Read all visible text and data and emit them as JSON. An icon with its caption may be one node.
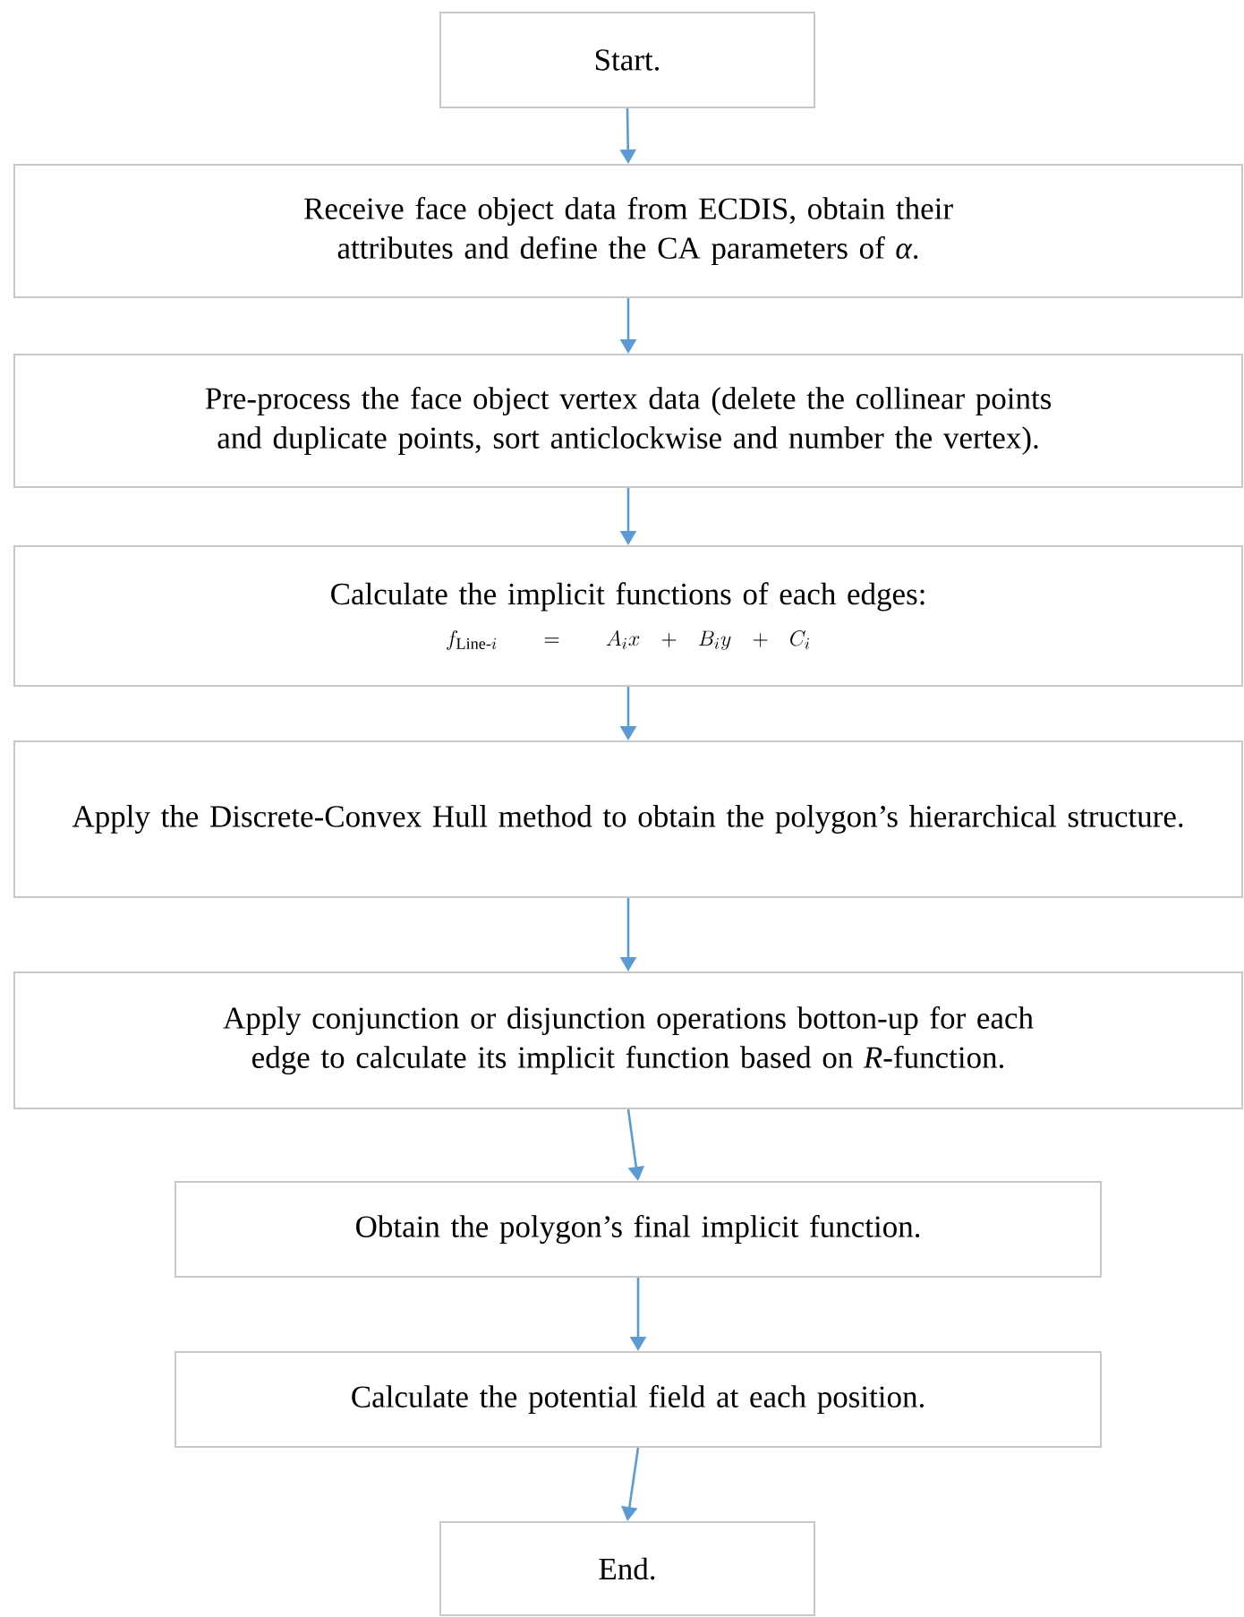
{
  "diagram": {
    "nodes": [
      {
        "text": [
          "Start."
        ]
      },
      {
        "text": [
          "Receive face object data from ECDIS, obtain their attributes and define the CA parameters of *α*."
        ]
      },
      {
        "text": [
          "Pre-process the face object vertex data (delete the collinear points and duplicate points, sort anticlockwise and number the vertex)."
        ]
      },
      {
        "text": [
          "Calculate the implicit functions of each edges:",
          "f_{\\mathrm{Line}\\text{-}i} = A_i x + B_i y + C_i"
        ]
      },
      {
        "text": [
          "Apply the Discrete-Convex Hull method to obtain the polygon’s hierarchical structure."
        ]
      },
      {
        "text": [
          "Apply conjunction or disjunction operations botton-up for each edge to calculate its implicit function based on *R*-function."
        ]
      },
      {
        "text": [
          "Obtain the polygon’s final implicit function."
        ]
      },
      {
        "text": [
          "Calculate the potential field at each position."
        ]
      },
      {
        "text": [
          "End."
        ]
      }
    ],
    "edges": [
      {
        "from": 0,
        "to": 1,
        "arrow": "to"
      },
      {
        "from": 1,
        "to": 2,
        "arrow": "to"
      },
      {
        "from": 2,
        "to": 3,
        "arrow": "to"
      },
      {
        "from": 3,
        "to": 4,
        "arrow": "to"
      },
      {
        "from": 4,
        "to": 5,
        "arrow": "to"
      },
      {
        "from": 5,
        "to": 6,
        "arrow": "to"
      },
      {
        "from": 6,
        "to": 7,
        "arrow": "to"
      },
      {
        "from": 7,
        "to": 8,
        "arrow": "to"
      }
    ]
  }
}
